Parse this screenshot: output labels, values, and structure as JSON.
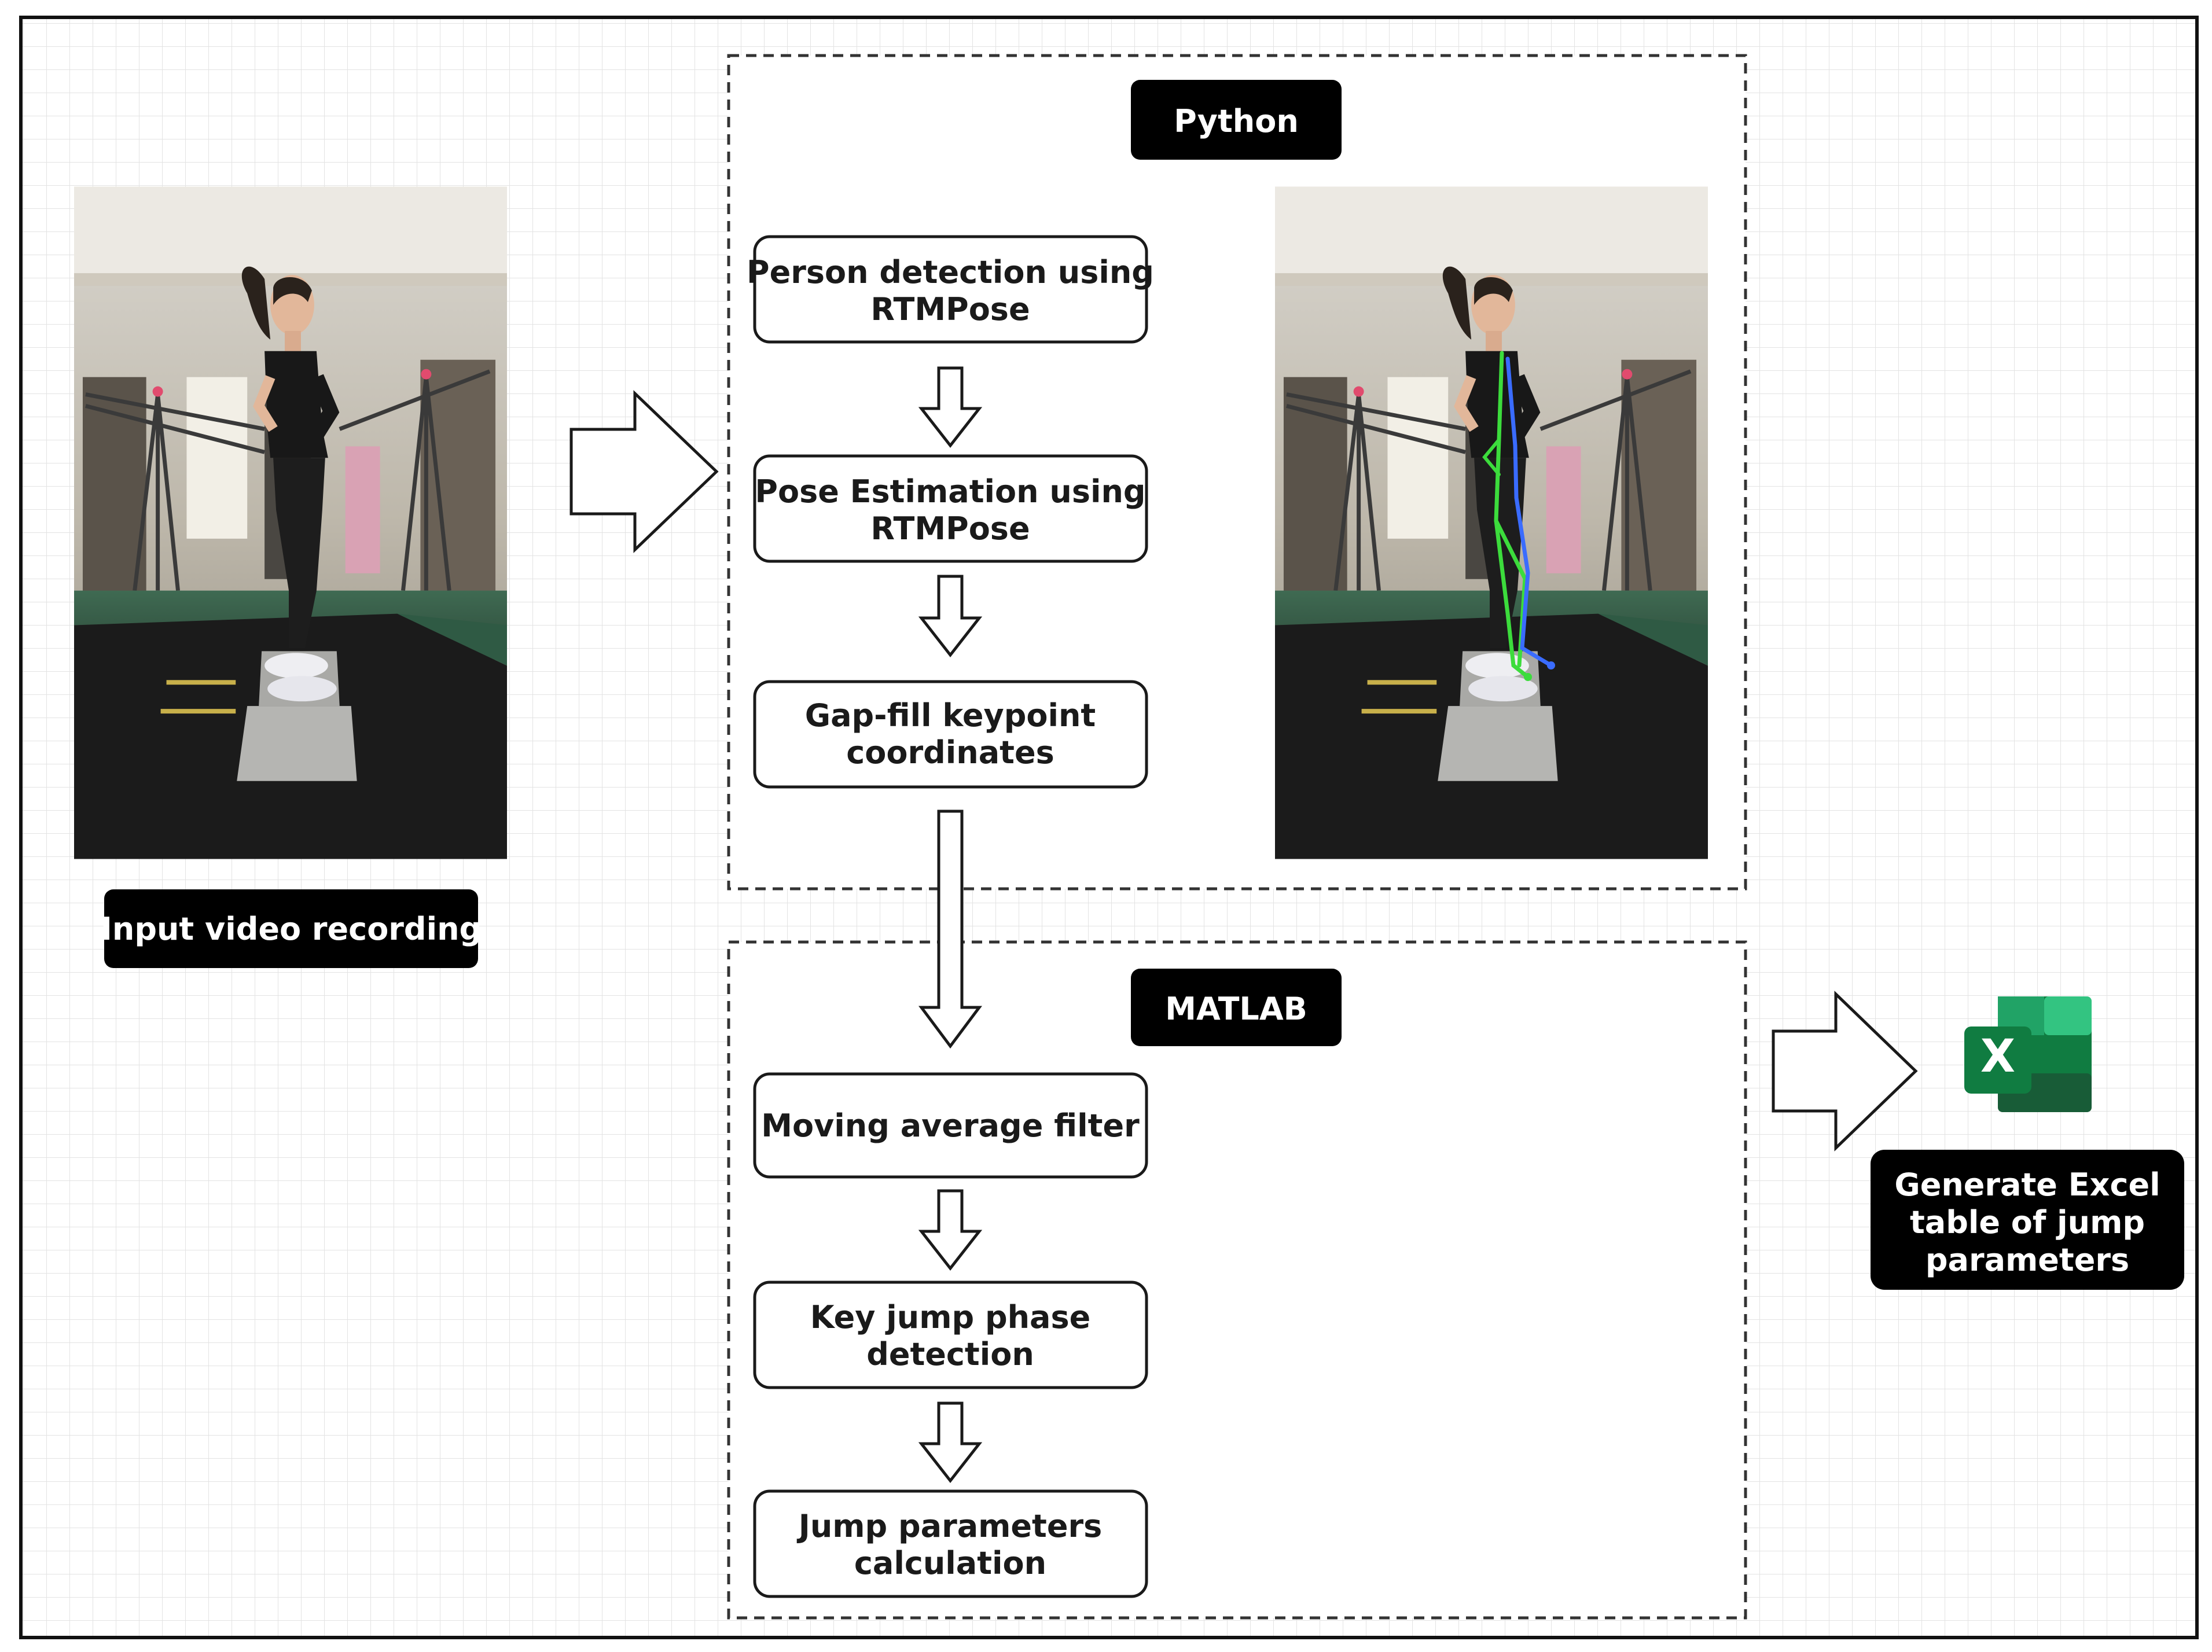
{
  "python_label": "Python",
  "matlab_label": "MATLAB",
  "input_label": "Input video recording",
  "steps": {
    "person_detection": [
      "Person detection using",
      "RTMPose"
    ],
    "pose_estimation": [
      "Pose Estimation using",
      "RTMPose"
    ],
    "gap_fill": [
      "Gap-fill keypoint",
      "coordinates"
    ],
    "moving_average": [
      "Moving average filter"
    ],
    "key_jump": [
      "Key jump phase",
      "detection"
    ],
    "jump_params": [
      "Jump parameters",
      "calculation"
    ]
  },
  "output_label": [
    "Generate Excel",
    "table of jump",
    "parameters"
  ],
  "excel_icon_letter": "X",
  "colors": {
    "badge": "#000000",
    "excel_dark": "#185c37",
    "excel_mid": "#21a366",
    "excel_light": "#33c481",
    "excel_base": "#107c41",
    "skeleton_green": "#3cdc3c",
    "skeleton_blue": "#3a6cff"
  }
}
